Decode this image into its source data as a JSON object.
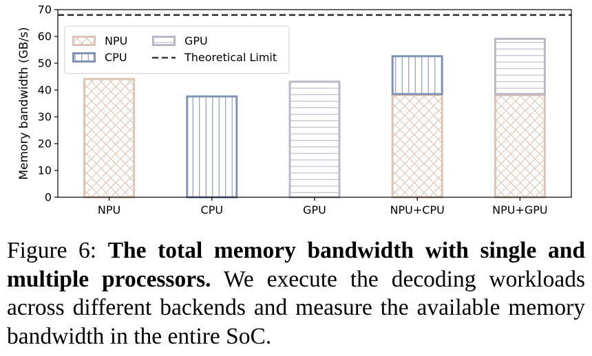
{
  "chart_data": {
    "type": "bar",
    "stacked": true,
    "categories": [
      "NPU",
      "CPU",
      "GPU",
      "NPU+CPU",
      "NPU+GPU"
    ],
    "series": [
      {
        "name": "NPU",
        "hatch": "crosshatch",
        "color": "#dfc3b4",
        "values": [
          44.5,
          0,
          0,
          38.5,
          38.5
        ]
      },
      {
        "name": "CPU",
        "hatch": "vertical-lines",
        "color": "#8393b6",
        "values": [
          0,
          38,
          0,
          14.5,
          0
        ]
      },
      {
        "name": "GPU",
        "hatch": "horizontal-lines",
        "color": "#bcb7c4",
        "values": [
          0,
          0,
          43.5,
          0,
          21
        ]
      }
    ],
    "reference_line": {
      "name": "Theoretical Limit",
      "value": 68,
      "style": "dashed",
      "color": "#333333"
    },
    "ylabel": "Memory bandwidth (GB/s)",
    "xlabel": "",
    "ylim": [
      0,
      70
    ],
    "yticks": [
      0,
      10,
      20,
      30,
      40,
      50,
      60,
      70
    ],
    "legend": {
      "placement": "top-left",
      "columns": 2,
      "order": [
        "NPU",
        "GPU",
        "CPU",
        "Theoretical Limit"
      ]
    }
  },
  "caption": {
    "label": "Figure 6: ",
    "bold": "The total memory bandwidth with single and multiple processors.",
    "text": " We execute the decoding workloads across different backends and measure the available memory bandwidth in the entire SoC."
  }
}
